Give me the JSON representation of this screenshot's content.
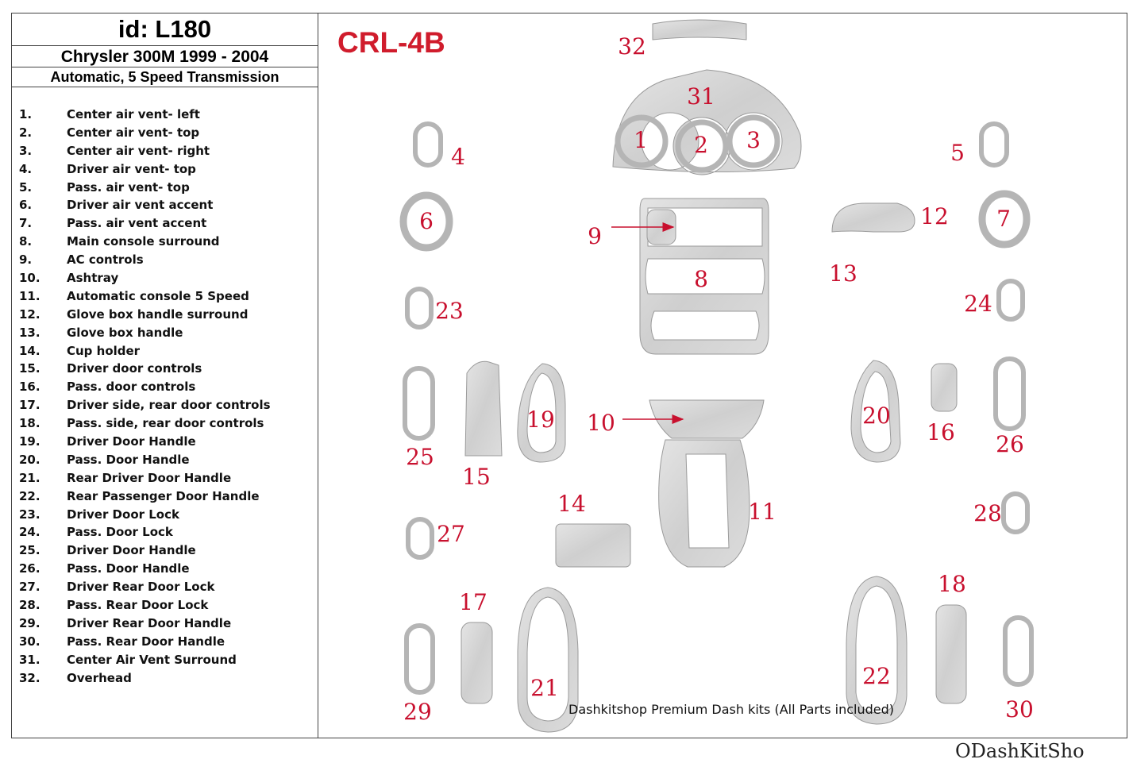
{
  "header": {
    "id": "id: L180",
    "car": "Chrysler 300M 1999 - 2004",
    "transmission": "Automatic, 5 Speed Transmission"
  },
  "kit_code": "CRL-4B",
  "parts": [
    {
      "num": "1.",
      "label": "Center air vent- left"
    },
    {
      "num": "2.",
      "label": "Center air vent- top"
    },
    {
      "num": "3.",
      "label": "Center air vent- right"
    },
    {
      "num": "4.",
      "label": "Driver air vent- top"
    },
    {
      "num": "5.",
      "label": "Pass. air vent- top"
    },
    {
      "num": "6.",
      "label": "Driver air vent accent"
    },
    {
      "num": "7.",
      "label": "Pass. air vent accent"
    },
    {
      "num": "8.",
      "label": "Main console surround"
    },
    {
      "num": "9.",
      "label": "AC controls"
    },
    {
      "num": "10.",
      "label": "Ashtray"
    },
    {
      "num": "11.",
      "label": "Automatic console 5 Speed"
    },
    {
      "num": "12.",
      "label": "Glove box handle surround"
    },
    {
      "num": "13.",
      "label": "Glove box handle"
    },
    {
      "num": "14.",
      "label": "Cup holder"
    },
    {
      "num": "15.",
      "label": "Driver door controls"
    },
    {
      "num": "16.",
      "label": "Pass. door controls"
    },
    {
      "num": "17.",
      "label": "Driver side, rear door controls"
    },
    {
      "num": "18.",
      "label": "Pass. side, rear door controls"
    },
    {
      "num": "19.",
      "label": "Driver Door Handle"
    },
    {
      "num": "20.",
      "label": "Pass. Door Handle"
    },
    {
      "num": "21.",
      "label": "Rear Driver Door Handle"
    },
    {
      "num": "22.",
      "label": "Rear Passenger Door Handle"
    },
    {
      "num": "23.",
      "label": "Driver Door Lock"
    },
    {
      "num": "24.",
      "label": "Pass. Door Lock"
    },
    {
      "num": "25.",
      "label": "Driver Door Handle"
    },
    {
      "num": "26.",
      "label": "Pass. Door Handle"
    },
    {
      "num": "27.",
      "label": "Driver Rear Door Lock"
    },
    {
      "num": "28.",
      "label": "Pass. Rear Door Lock"
    },
    {
      "num": "29.",
      "label": "Driver Rear Door Handle"
    },
    {
      "num": "30.",
      "label": "Pass. Rear Door Handle"
    },
    {
      "num": "31.",
      "label": "Center Air Vent Surround"
    },
    {
      "num": "32.",
      "label": "Overhead"
    }
  ],
  "diagram_labels": [
    "1",
    "2",
    "3",
    "4",
    "5",
    "6",
    "7",
    "8",
    "9",
    "10",
    "11",
    "12",
    "13",
    "14",
    "15",
    "16",
    "17",
    "18",
    "19",
    "20",
    "21",
    "22",
    "23",
    "24",
    "25",
    "26",
    "27",
    "28",
    "29",
    "30",
    "31",
    "32"
  ],
  "footer": "Dashkitshop Premium Dash kits (All Parts included)",
  "brand_partial": "ODashKitSho",
  "colors": {
    "accent": "#c8102e",
    "title_code": "#d01c2c",
    "part_fill": "#d6d6d6"
  }
}
